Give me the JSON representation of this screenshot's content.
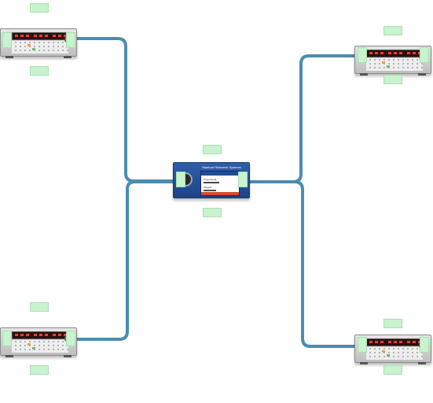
{
  "controller": {
    "brand_text": "Stanford Research Systems",
    "screen_rows": [
      "Proportional",
      "Integral"
    ]
  },
  "colors": {
    "link": "#4b8db0",
    "port_fill": "#c9f2cf",
    "controller_body": "#2753a0",
    "instrument_body": "#d6d6d6",
    "display_digits": "#ff3a2a"
  },
  "devices": [
    {
      "id": "top-left",
      "kind": "instrument"
    },
    {
      "id": "bottom-left",
      "kind": "instrument"
    },
    {
      "id": "top-right",
      "kind": "instrument"
    },
    {
      "id": "bottom-right",
      "kind": "instrument"
    },
    {
      "id": "center",
      "kind": "controller"
    }
  ],
  "connections": [
    {
      "from": "top-left",
      "to": "center"
    },
    {
      "from": "bottom-left",
      "to": "center"
    },
    {
      "from": "center",
      "to": "top-right"
    },
    {
      "from": "center",
      "to": "bottom-right"
    }
  ]
}
